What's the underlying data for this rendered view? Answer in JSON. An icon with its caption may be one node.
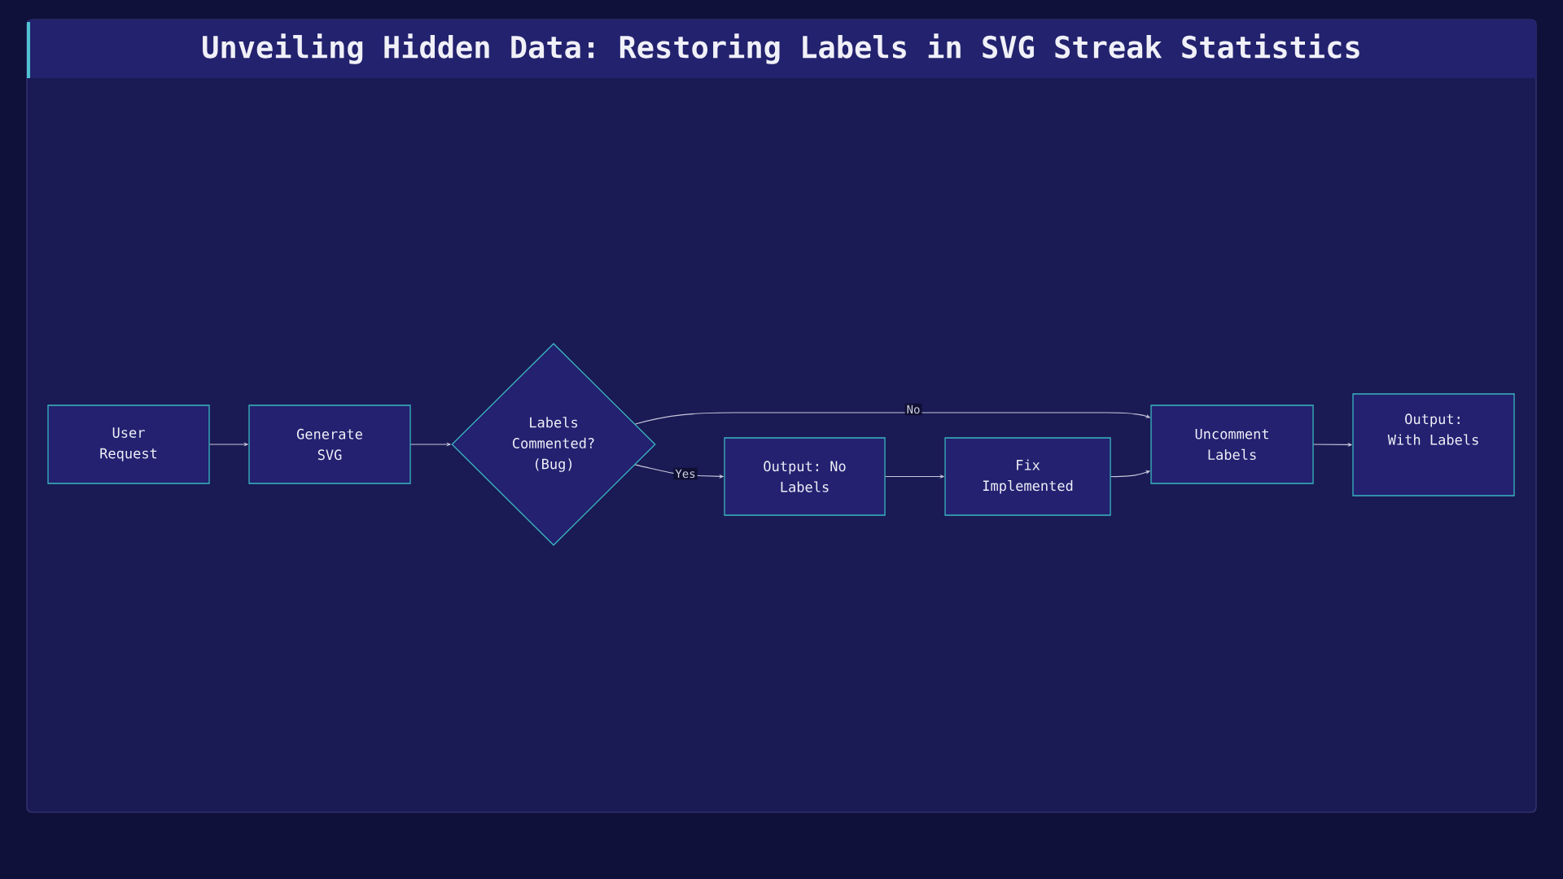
{
  "diagram": {
    "title": "Unveiling Hidden Data: Restoring Labels in SVG Streak Statistics",
    "nodes": [
      {
        "text": [
          "User Request"
        ]
      },
      {
        "text": [
          "Generate SVG"
        ]
      },
      {
        "text": [
          "Labels Commented? (Bug)"
        ]
      },
      {
        "text": [
          "Output: No Labels"
        ]
      },
      {
        "text": [
          "Fix Implemented"
        ]
      },
      {
        "text": [
          "Uncomment Labels"
        ]
      },
      {
        "text": [
          "Output: With Labels"
        ]
      }
    ],
    "edges": [
      {
        "from": 0,
        "to": 1,
        "arrow": "to"
      },
      {
        "from": 1,
        "to": 2,
        "arrow": "to"
      },
      {
        "from": 2,
        "to": 5,
        "arrow": "to",
        "label": "No"
      },
      {
        "from": 2,
        "to": 3,
        "arrow": "to",
        "label": "Yes"
      },
      {
        "from": 3,
        "to": 4,
        "arrow": "to"
      },
      {
        "from": 4,
        "to": 5,
        "arrow": "to"
      },
      {
        "from": 5,
        "to": 6,
        "arrow": "to"
      }
    ]
  }
}
